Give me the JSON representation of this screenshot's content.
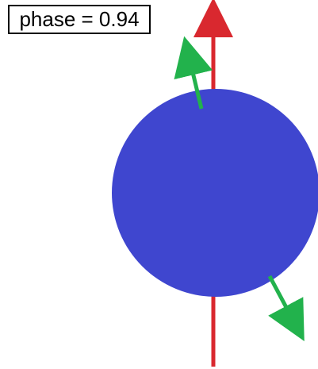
{
  "phase_label": "phase = 0.94",
  "colors": {
    "sphere": "#3f46cf",
    "axis_arrow": "#d9282f",
    "tilted_arrow": "#22b24c",
    "label_border": "#000000"
  },
  "icons": {
    "vertical_arrow": "red-vertical-axis-arrow",
    "tilted_arrow": "green-tilted-spin-arrow",
    "sphere": "blue-sphere"
  }
}
